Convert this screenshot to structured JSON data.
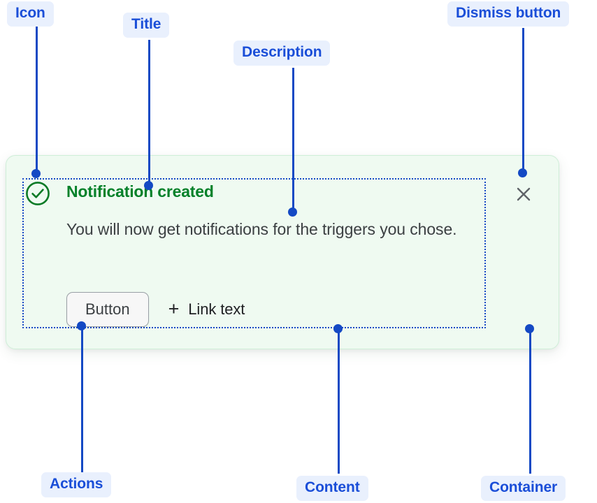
{
  "annotations": {
    "icon": "Icon",
    "title": "Title",
    "description": "Description",
    "dismiss_button": "Dismiss button",
    "actions": "Actions",
    "content": "Content",
    "container": "Container"
  },
  "notification": {
    "status_icon": "check-circle-icon",
    "title": "Notification created",
    "description": "You will now get notifications for the triggers you chose.",
    "button_label": "Button",
    "link_icon": "plus-icon",
    "link_label": "Link text",
    "dismiss_icon": "close-icon"
  },
  "colors": {
    "annotation_pill_bg": "#e9f0fd",
    "annotation_text": "#1a4ed8",
    "connector": "#1449c4",
    "card_bg": "#effaf1",
    "card_border": "#cfeed8",
    "success_green": "#05812a",
    "body_text": "#3c4043",
    "button_bg": "#f7f7f7",
    "button_border": "#9aa0a6"
  }
}
